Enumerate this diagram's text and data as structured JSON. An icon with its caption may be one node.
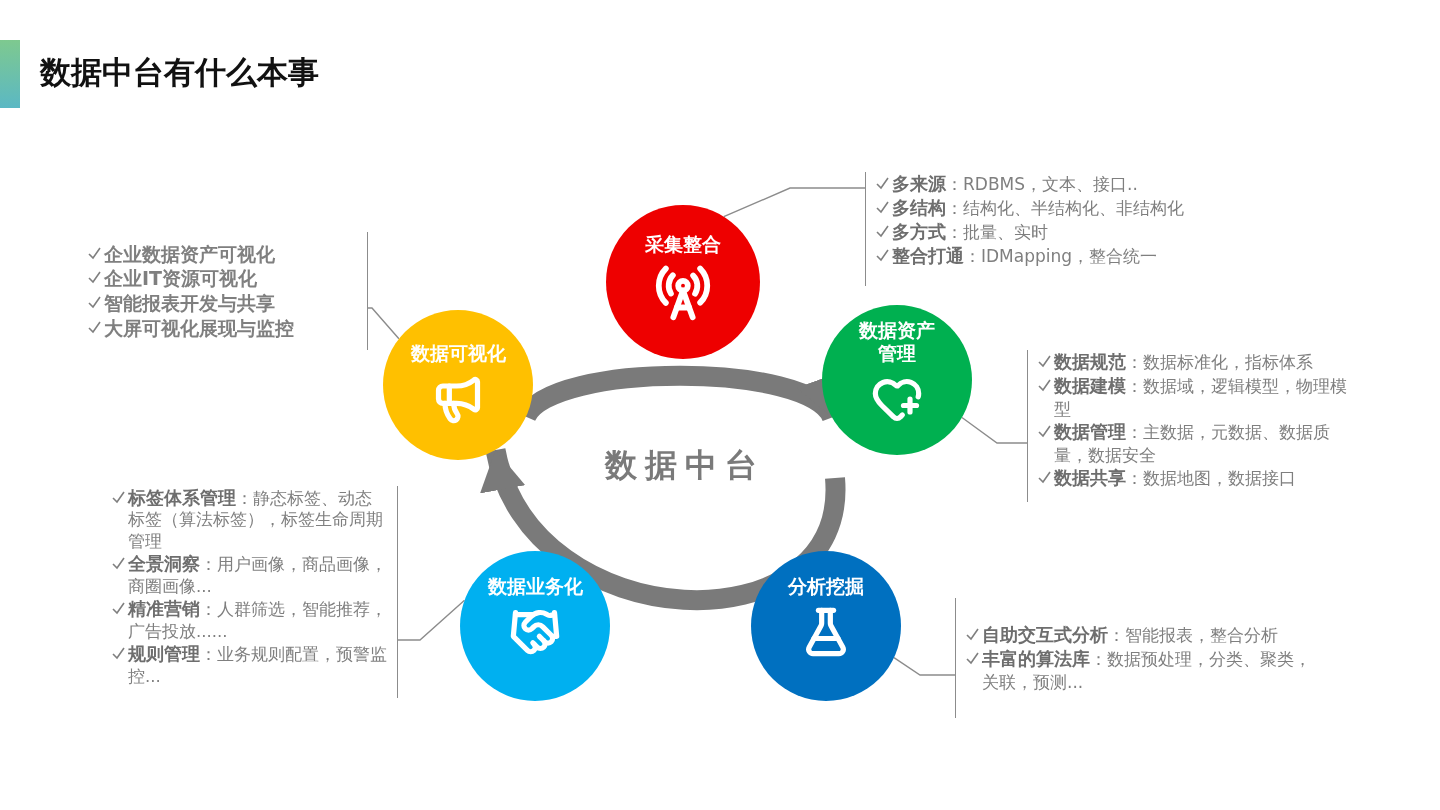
{
  "diagram": {
    "title": "数据中台有什么本事",
    "nodes": [
      {
        "text": [
          "采集整合"
        ]
      },
      {
        "text": [
          "**多来源**：RDBMS，文本、接口..",
          "**多结构**：结构化、半结构化、非结构化",
          "**多方式**：批量、实时",
          "**整合打通**：IDMapping，整合统一"
        ]
      },
      {
        "text": [
          "数据资产管理"
        ]
      },
      {
        "text": [
          "**数据规范**：数据标准化，指标体系",
          "**数据建模**：数据域，逻辑模型，物理模型",
          "**数据管理**：主数据，元数据、数据质量，数据安全",
          "**数据共享**：数据地图，数据接口"
        ]
      },
      {
        "text": [
          "分析挖掘"
        ]
      },
      {
        "text": [
          "**自助交互式分析**：智能报表，整合分析",
          "**丰富的算法库**：数据预处理，分类、聚类，关联，预测..."
        ]
      },
      {
        "text": [
          "数据业务化"
        ]
      },
      {
        "text": [
          "**标签体系管理**：静态标签、动态标签（算法标签），标签生命周期管理",
          "**全景洞察**：用户画像，商品画像，商圈画像...",
          "**精准营销**：人群筛选，智能推荐，广告投放......",
          "**规则管理**：业务规则配置，预警监控..."
        ]
      },
      {
        "text": [
          "数据可视化"
        ]
      },
      {
        "text": [
          "企业数据资产可视化",
          "企业IT资源可视化",
          "智能报表开发与共享",
          "大屏可视化展现与监控"
        ]
      }
    ],
    "edges": [
      {
        "from": 0,
        "to": 1,
        "arrow": "none"
      },
      {
        "from": 2,
        "to": 3,
        "arrow": "none"
      },
      {
        "from": 4,
        "to": 5,
        "arrow": "none"
      },
      {
        "from": 6,
        "to": 7,
        "arrow": "none"
      },
      {
        "from": 8,
        "to": 9,
        "arrow": "none"
      },
      {
        "from": 8,
        "to": 2,
        "arrow": "to",
        "style": "thick"
      },
      {
        "from": null,
        "to": 8,
        "arrow": "to",
        "style": "thick"
      }
    ],
    "labels": [
      "数据中台"
    ]
  }
}
